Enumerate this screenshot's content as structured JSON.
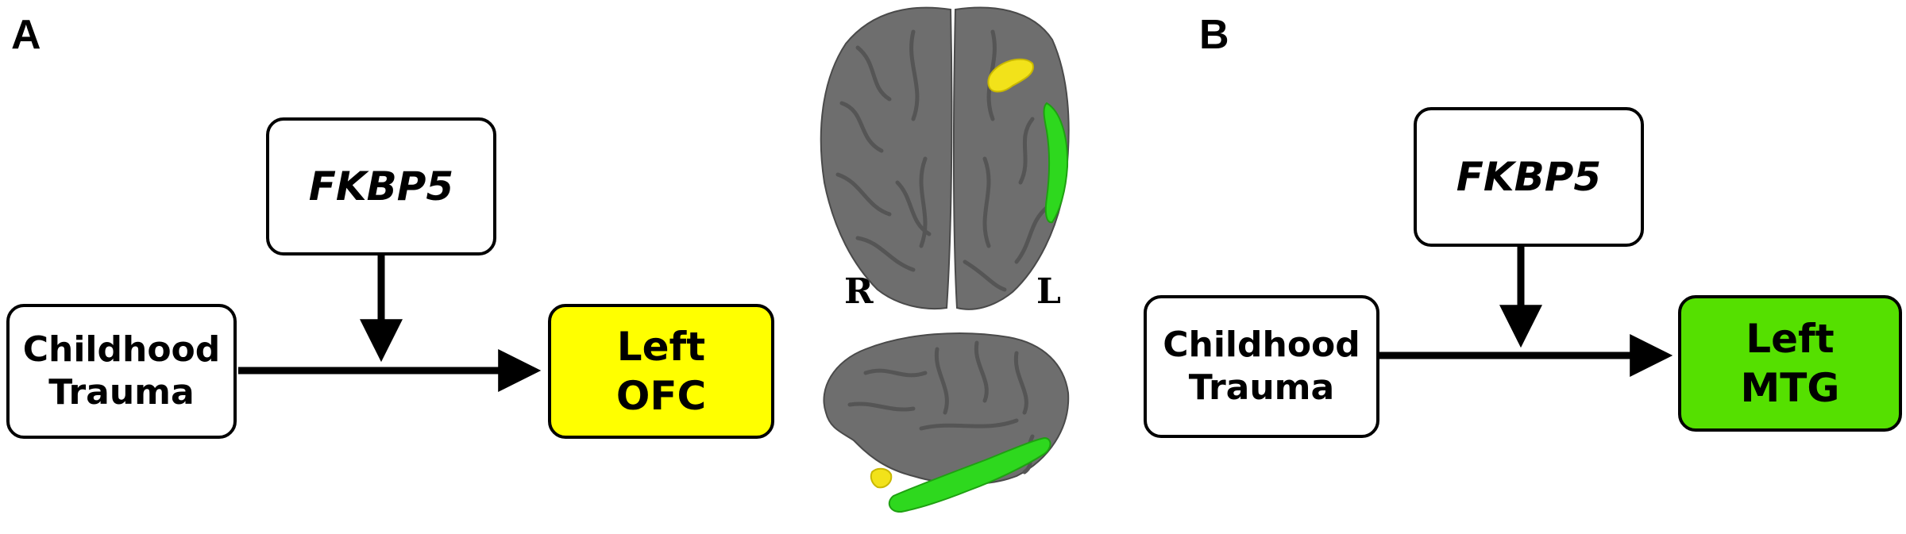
{
  "panel_a": {
    "label": "A",
    "moderator": "FKBP5",
    "predictor_line1": "Childhood",
    "predictor_line2": "Trauma",
    "outcome_line1": "Left",
    "outcome_line2": "OFC",
    "outcome_color": "#ffff00"
  },
  "panel_b": {
    "label": "B",
    "moderator": "FKBP5",
    "predictor_line1": "Childhood",
    "predictor_line2": "Trauma",
    "outcome_line1": "Left",
    "outcome_line2": "MTG",
    "outcome_color": "#55e000"
  },
  "brain": {
    "right_label": "R",
    "left_label": "L",
    "cortex_color": "#6e6e6e",
    "ofc_color": "#f2e21a",
    "mtg_color": "#2ed81e"
  }
}
